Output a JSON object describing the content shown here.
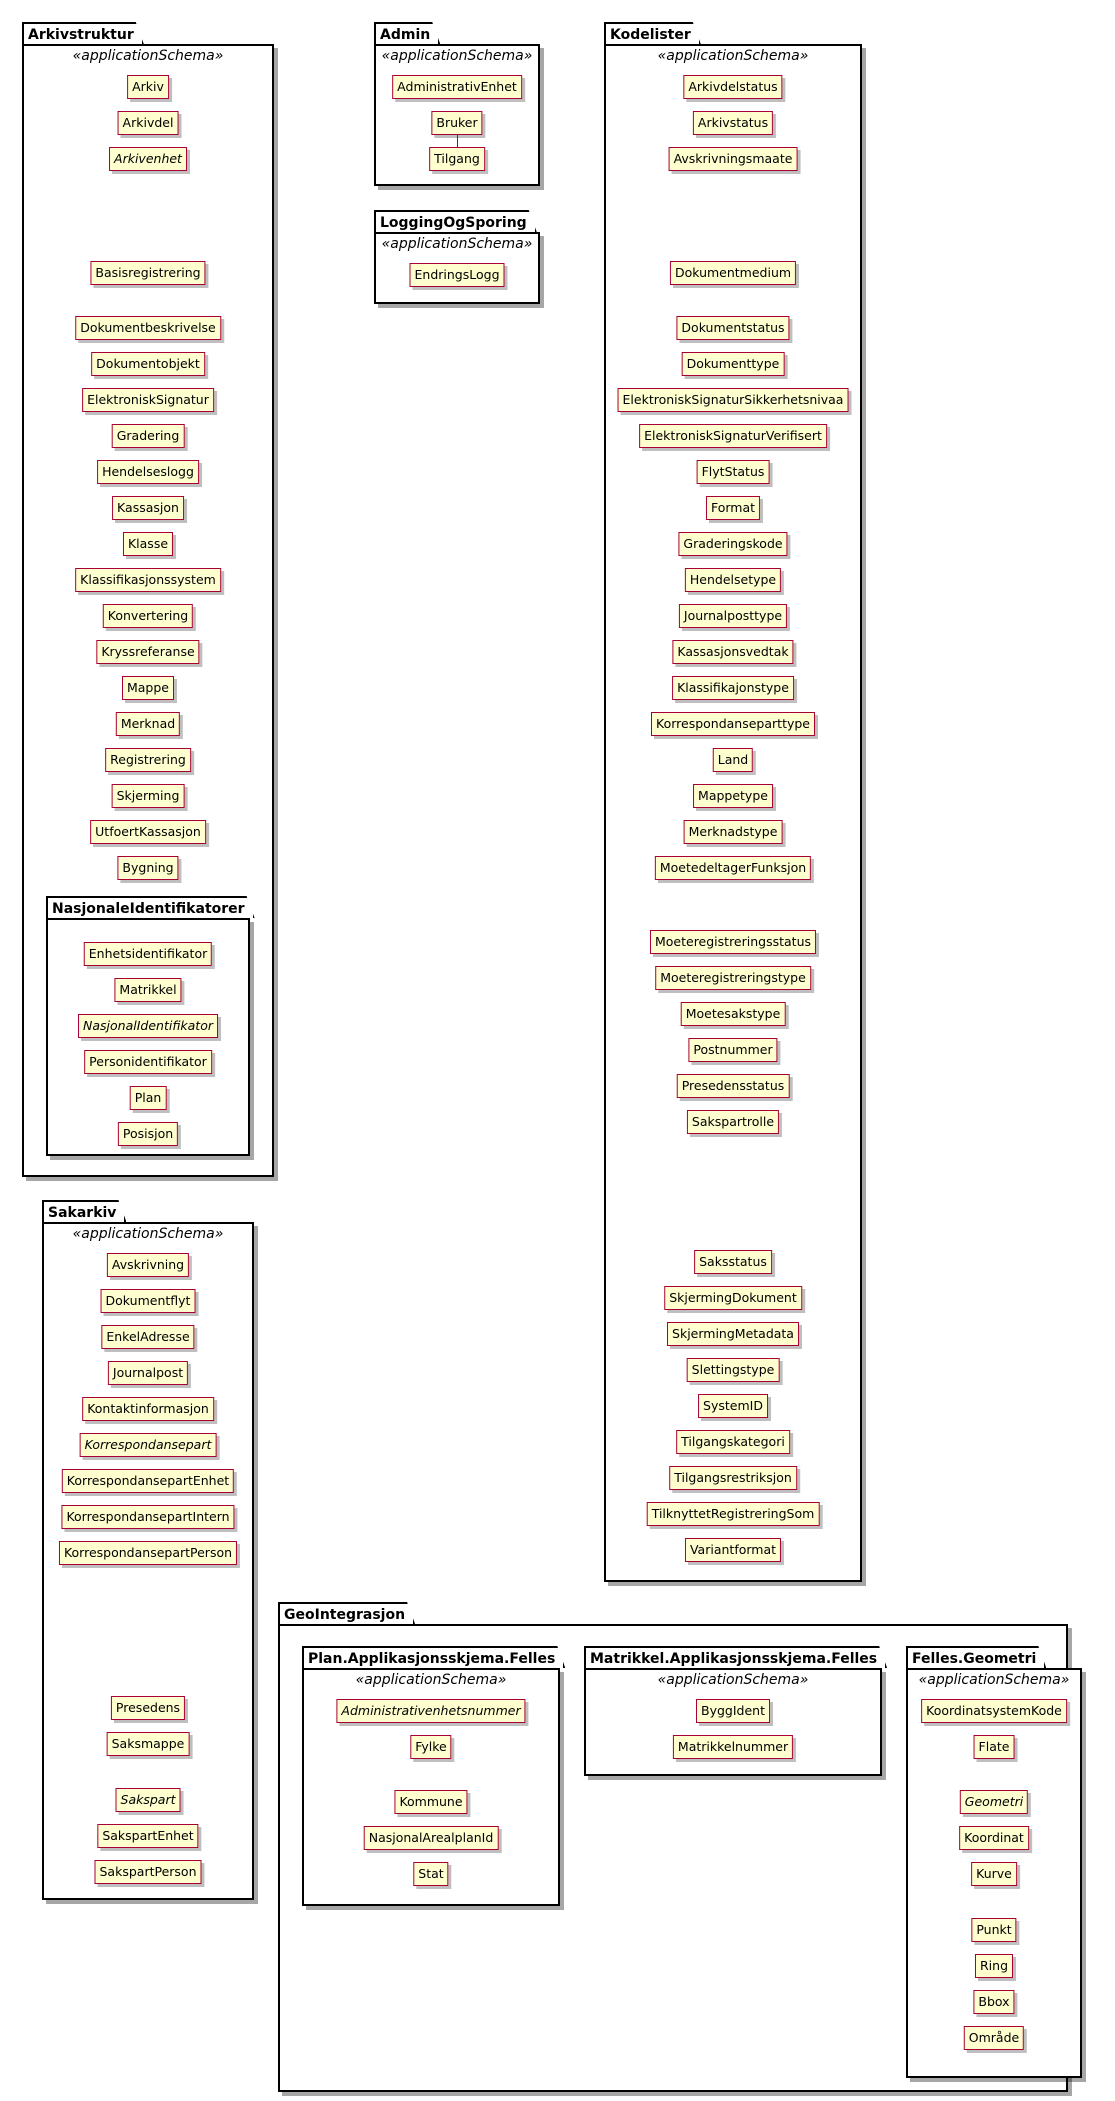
{
  "arkivstruktur": {
    "name": "Arkivstruktur",
    "stereotype": "«applicationSchema»",
    "classes": [
      "Arkiv",
      "Arkivdel",
      "Arkivenhet",
      "Basisregistrering",
      "Dokumentbeskrivelse",
      "Dokumentobjekt",
      "ElektroniskSignatur",
      "Gradering",
      "Hendelseslogg",
      "Kassasjon",
      "Klasse",
      "Klassifikasjonssystem",
      "Konvertering",
      "Kryssreferanse",
      "Mappe",
      "Merknad",
      "Registrering",
      "Skjerming",
      "UtfoertKassasjon",
      "Bygning"
    ],
    "nasjonale": {
      "name": "NasjonaleIdentifikatorer",
      "classes": [
        "Enhetsidentifikator",
        "Matrikkel",
        "NasjonalIdentifikator",
        "Personidentifikator",
        "Plan",
        "Posisjon"
      ]
    }
  },
  "admin": {
    "name": "Admin",
    "stereotype": "«applicationSchema»",
    "classes": [
      "AdministrativEnhet",
      "Bruker",
      "Tilgang"
    ]
  },
  "logging": {
    "name": "LoggingOgSporing",
    "stereotype": "«applicationSchema»",
    "classes": [
      "EndringsLogg"
    ]
  },
  "kodelister": {
    "name": "Kodelister",
    "stereotype": "«applicationSchema»",
    "classes": [
      "Arkivdelstatus",
      "Arkivstatus",
      "Avskrivningsmaate",
      "Dokumentmedium",
      "Dokumentstatus",
      "Dokumenttype",
      "ElektroniskSignaturSikkerhetsnivaa",
      "ElektroniskSignaturVerifisert",
      "FlytStatus",
      "Format",
      "Graderingskode",
      "Hendelsetype",
      "Journalposttype",
      "Kassasjonsvedtak",
      "Klassifikajonstype",
      "Korrespondanseparttype",
      "Land",
      "Mappetype",
      "Merknadstype",
      "MoetedeltagerFunksjon",
      "Moeteregistreringsstatus",
      "Moeteregistreringstype",
      "Moetesakstype",
      "Postnummer",
      "Presedensstatus",
      "Sakspartrolle",
      "Saksstatus",
      "SkjermingDokument",
      "SkjermingMetadata",
      "Slettingstype",
      "SystemID",
      "Tilgangskategori",
      "Tilgangsrestriksjon",
      "TilknyttetRegistreringSom",
      "Variantformat"
    ]
  },
  "sakarkiv": {
    "name": "Sakarkiv",
    "stereotype": "«applicationSchema»",
    "classes": [
      "Avskrivning",
      "Dokumentflyt",
      "EnkelAdresse",
      "Journalpost",
      "Kontaktinformasjon",
      "Korrespondansepart",
      "KorrespondansepartEnhet",
      "KorrespondansepartIntern",
      "KorrespondansepartPerson",
      "Presedens",
      "Saksmappe",
      "Sakspart",
      "SakspartEnhet",
      "SakspartPerson"
    ]
  },
  "geointegrasjon": {
    "name": "GeoIntegrasjon",
    "plan": {
      "name": "Plan.Applikasjonsskjema.Felles",
      "stereotype": "«applicationSchema»",
      "classes": [
        "Administrativenhetsnummer",
        "Fylke",
        "Kommune",
        "NasjonalArealplanId",
        "Stat"
      ]
    },
    "matrikkel": {
      "name": "Matrikkel.Applikasjonsskjema.Felles",
      "stereotype": "«applicationSchema»",
      "classes": [
        "ByggIdent",
        "Matrikkelnummer"
      ]
    },
    "geometri": {
      "name": "Felles.Geometri",
      "stereotype": "«applicationSchema»",
      "classes": [
        "KoordinatsystemKode",
        "Flate",
        "Geometri",
        "Koordinat",
        "Kurve",
        "Punkt",
        "Ring",
        "Bbox",
        "Område"
      ]
    }
  }
}
